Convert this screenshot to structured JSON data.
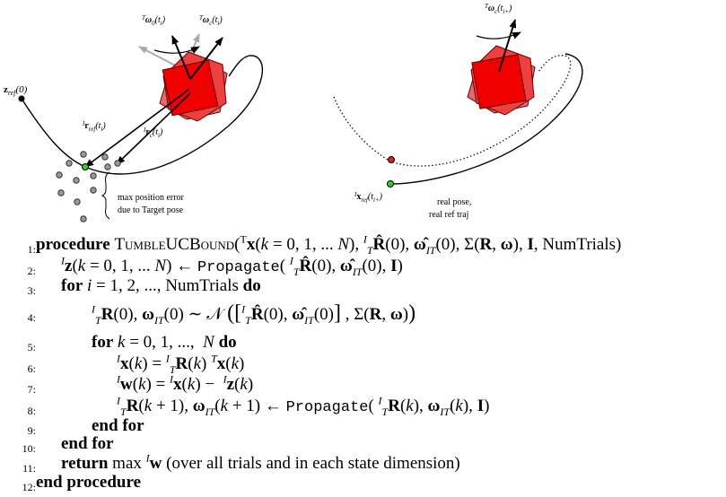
{
  "figure": {
    "left_labels": {
      "z_ref0": "z_ref(0)",
      "omega0": "Tω0(ti)",
      "omegac": "Tωc(ti)",
      "r_ref": "Ir_ref(ti)",
      "r_c": "Irc(ti)",
      "note_line1": "max position error",
      "note_line2": "due to Target pose"
    },
    "right_labels": {
      "omegac_next": "Tωc(ti+)",
      "x_ref": "Ix_ref(ti+)",
      "note_line1": "real pose,",
      "note_line2": "real ref traj"
    }
  },
  "algorithm": {
    "lines": [
      {
        "n": "1:",
        "text": "procedure TUMBLEUCBOUND(Tx(k = 0,1,... N), ITR̂(0), ω̂IT(0), Σ(R,ω), I, NumTrials)"
      },
      {
        "n": "2:",
        "text": "Iz(k = 0,1,... N) ← Propagate(ITR̂(0), ω̂IT(0), I)"
      },
      {
        "n": "3:",
        "text": "for i = 1,2,..., NumTrials do"
      },
      {
        "n": "4:",
        "text": "ITR(0), ωIT(0) ∼ N([ITR̂(0), ω̂IT(0)], Σ(R,ω))"
      },
      {
        "n": "5:",
        "text": "for k = 0,1,..., N do"
      },
      {
        "n": "6:",
        "text": "Ix(k) = ITR(k) Tx(k)"
      },
      {
        "n": "7:",
        "text": "Iw(k) = Ix(k) − Iz(k)"
      },
      {
        "n": "8:",
        "text": "ITR(k+1), ωIT(k+1) ← Propagate(ITR(k), ωIT(k), I)"
      },
      {
        "n": "9:",
        "text": "end for"
      },
      {
        "n": "10:",
        "text": "end for"
      },
      {
        "n": "11:",
        "text": "return max Iw (over all trials and in each state dimension)"
      },
      {
        "n": "12:",
        "text": "end procedure"
      }
    ],
    "procedure_name": "TumbleUCBound",
    "propagate": "Propagate",
    "numtrials": "NumTrials",
    "note_11": "(over all trials and in each state dimension)"
  }
}
